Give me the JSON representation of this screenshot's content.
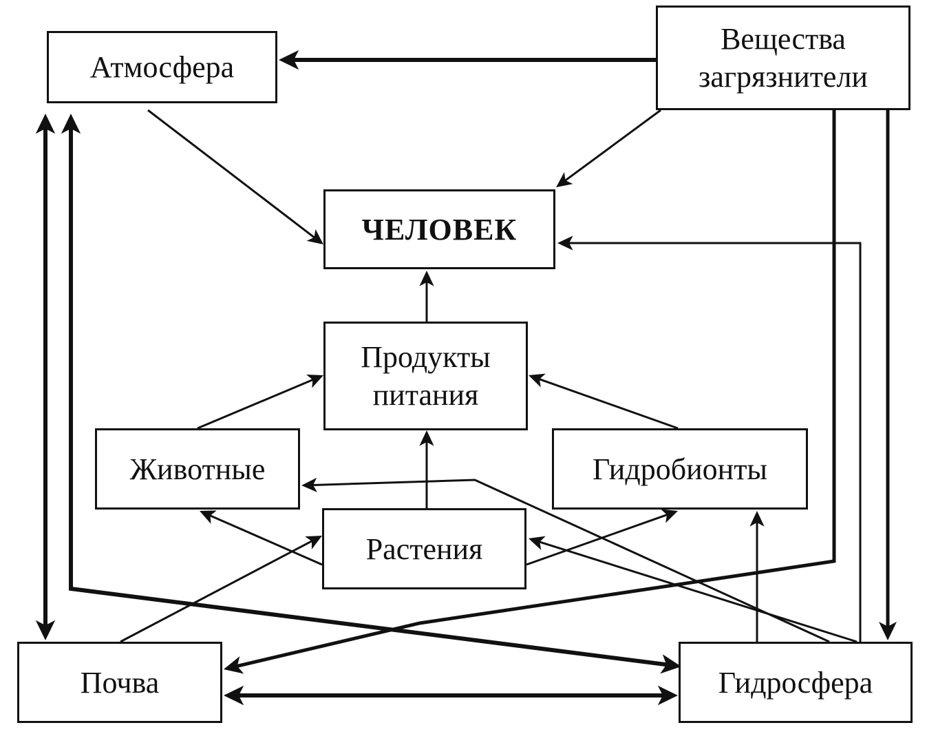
{
  "nodes": {
    "atmosphere": "Атмосфера",
    "pollutants": "Вещества\nзагрязнители",
    "human": "ЧЕЛОВЕК",
    "food": "Продукты\nпитания",
    "animals": "Животные",
    "hydrobionts": "Гидробионты",
    "plants": "Растения",
    "soil": "Почва",
    "hydrosphere": "Гидросфера"
  },
  "edge_color": "#111111"
}
